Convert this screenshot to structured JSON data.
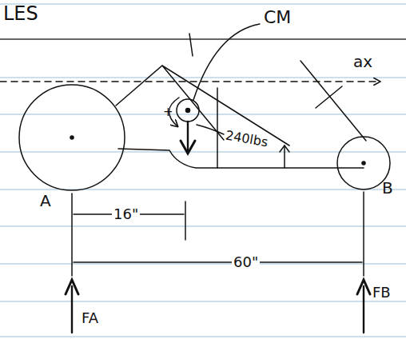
{
  "diagram": {
    "labels": [
      "LES",
      "CM",
      "+",
      "ax",
      "240lbs",
      "A",
      "16\"",
      "B",
      "60\"",
      "FA",
      "FB"
    ]
  }
}
